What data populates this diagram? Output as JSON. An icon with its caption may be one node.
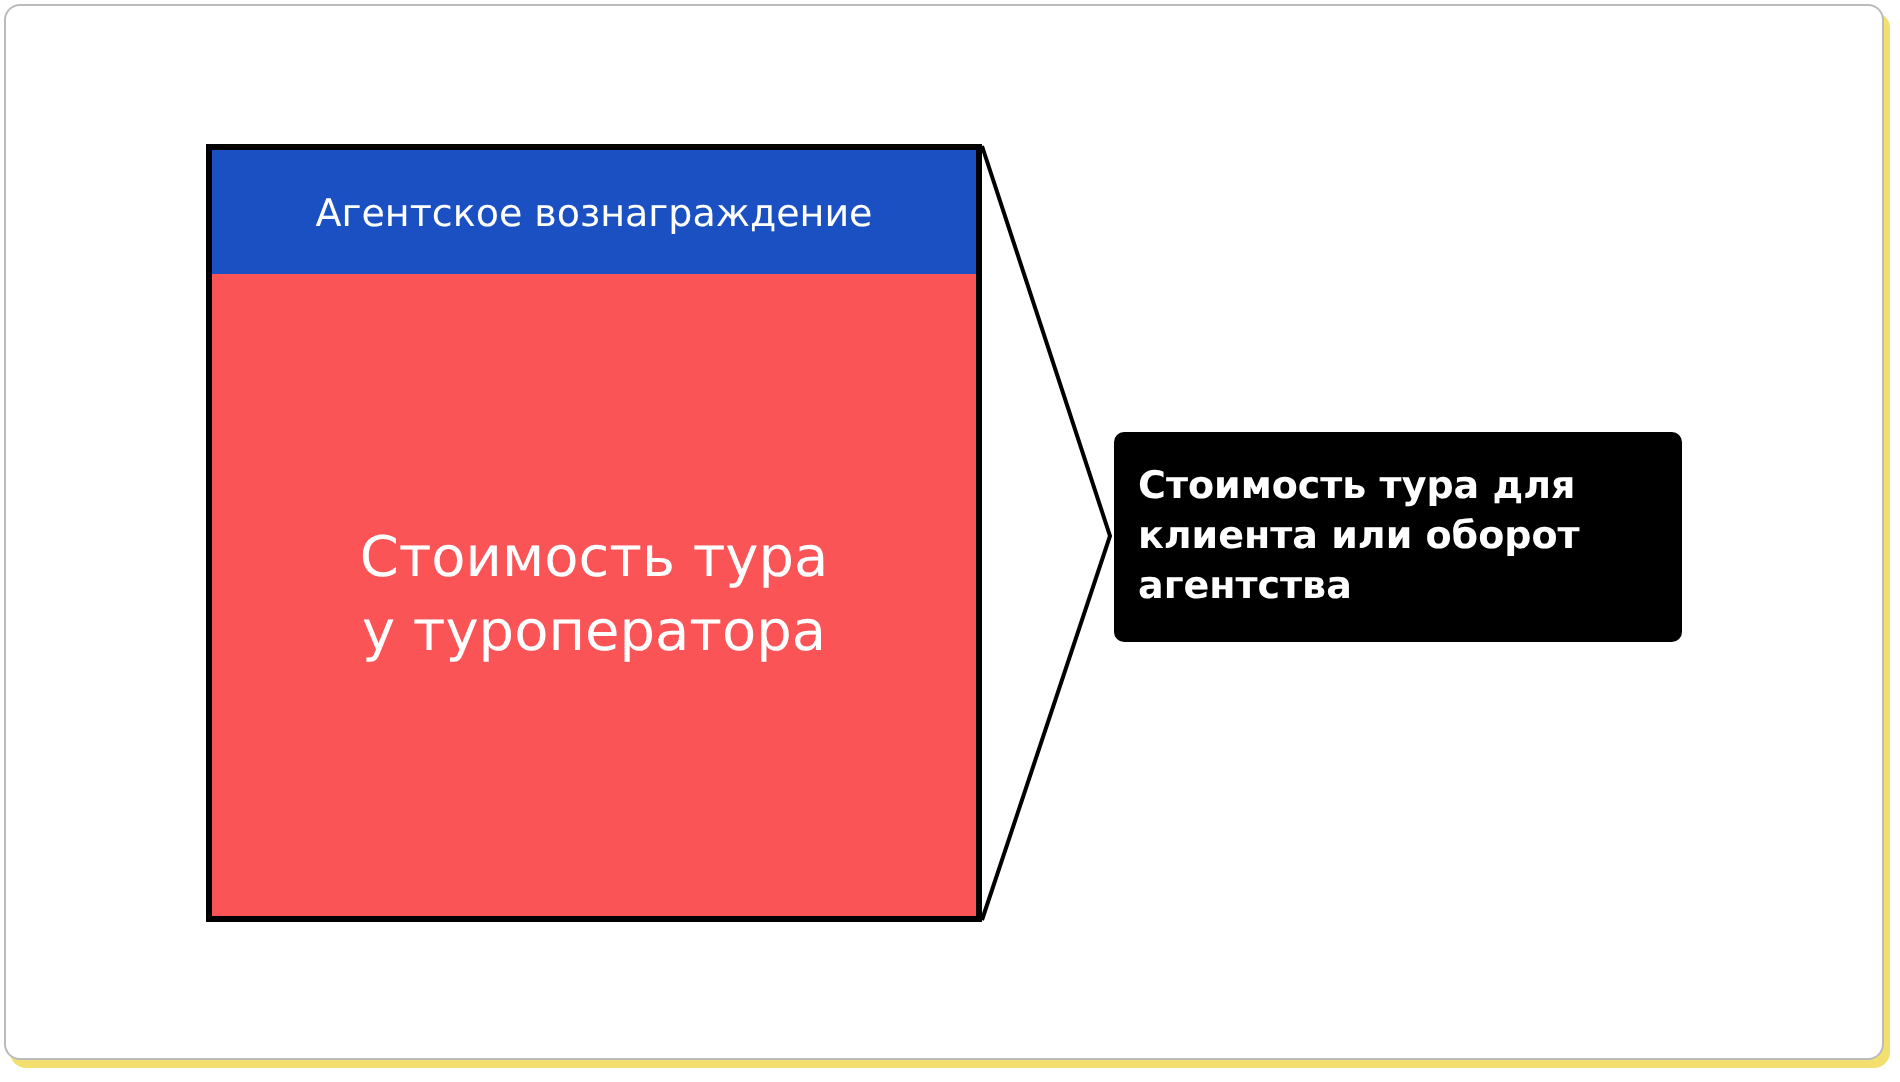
{
  "diagram": {
    "nodes": [
      {
        "text": [
          "Агентское вознаграждение"
        ]
      },
      {
        "text": [
          "Стоимость тура у туроператора"
        ]
      },
      {
        "text": [
          "Стоимость тура для клиента или оборот агентства"
        ]
      }
    ]
  }
}
